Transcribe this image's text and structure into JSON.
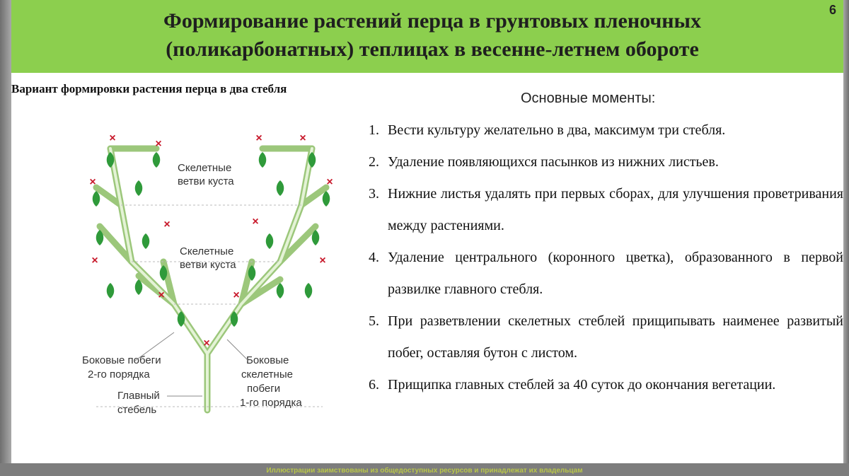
{
  "slide_number": "6",
  "title_line1": "Формирование растений перца в грунтовых пленочных",
  "title_line2": "(поликарбонатных) теплицах в весенне-летнем обороте",
  "left_heading": "Вариант формировки растения перца в два стебля",
  "diagram": {
    "label_skeletal_top_1": "Скелетные",
    "label_skeletal_top_2": "ветви куста",
    "label_skeletal_mid_1": "Скелетные",
    "label_skeletal_mid_2": "ветви куста",
    "label_side_shoots_1": "Боковые побеги",
    "label_side_shoots_2": "2-го порядка",
    "label_main_stem_1": "Главный",
    "label_main_stem_2": "стебель",
    "label_side_skeletal_1": "Боковые",
    "label_side_skeletal_2": "скелетные",
    "label_side_skeletal_3": "побеги",
    "label_side_skeletal_4": "1-го порядка",
    "cut_mark": "×",
    "colors": {
      "stem": "#cfe8b8",
      "stem_outline": "#9cc77b",
      "leaf": "#2f9a3a",
      "cut": "#c8192b"
    }
  },
  "moments_title": "Основные моменты:",
  "items": [
    {
      "num": "1.",
      "text": "Вести культуру желательно в два, максимум три стебля."
    },
    {
      "num": "2.",
      "text": "Удаление появляющихся пасынков из нижних листьев."
    },
    {
      "num": "3.",
      "text": "Нижние листья удалять при первых сборах, для улучшения проветривания между растениями."
    },
    {
      "num": "4.",
      "text": "Удаление центрального (коронного цветка), образованного в первой развилке главного стебля."
    },
    {
      "num": "5.",
      "text": "При разветвлении скелетных стеблей прищипывать наименее развитый побег, оставляя бутон с листом."
    },
    {
      "num": "6.",
      "text": "Прищипка главных стеблей за 40 суток до окончания вегетации."
    }
  ],
  "credit": "Иллюстрации заимствованы из общедоступных ресурсов и принадлежат их владельцам",
  "colors": {
    "header_green": "#8ccf4e",
    "frame_gray": "#8a8a8a"
  }
}
